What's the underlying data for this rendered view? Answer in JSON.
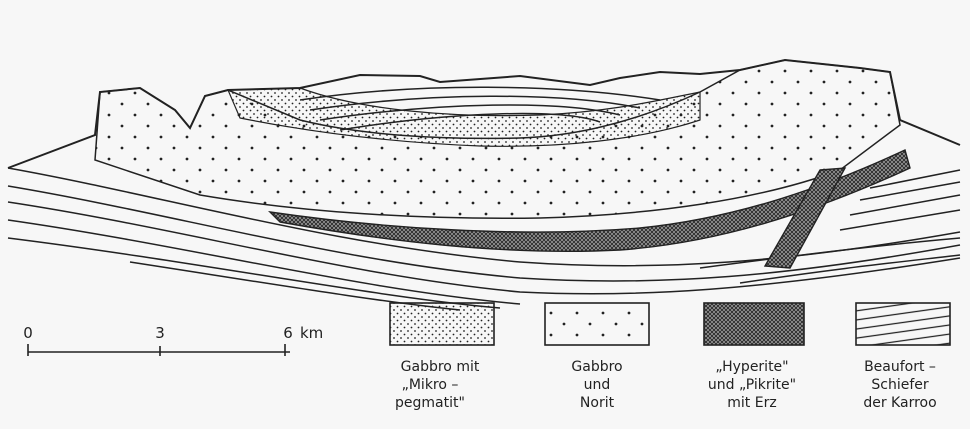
{
  "scale_bar": {
    "ticks": [
      "0",
      "3",
      "6"
    ],
    "unit": "km"
  },
  "legend": [
    {
      "id": "gabbro-mikropegmatit",
      "pattern": "fine-dots",
      "lines": [
        "Gabbro  mit",
        "„Mikro –",
        "pegmatit\""
      ]
    },
    {
      "id": "gabbro-norit",
      "pattern": "coarse-dots",
      "lines": [
        "Gabbro",
        "und",
        "Norit"
      ]
    },
    {
      "id": "hyperite-pikrite",
      "pattern": "crosshatch",
      "lines": [
        "„Hyperite\"",
        "und „Pikrite\"",
        "mit Erz"
      ]
    },
    {
      "id": "beaufort-schiefer",
      "pattern": "lines",
      "lines": [
        "Beaufort –",
        "Schiefer",
        "der Karroo"
      ]
    }
  ],
  "colors": {
    "ink": "#222222",
    "paper": "#f7f7f7"
  }
}
